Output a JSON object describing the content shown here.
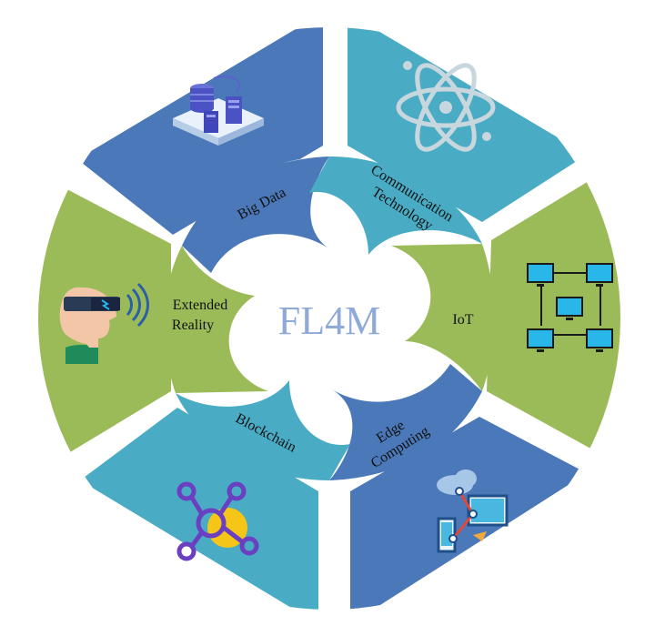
{
  "title": "FL4M",
  "segments": [
    {
      "label": "Big Data",
      "icon": "database-servers-icon",
      "color": "#4a78b8"
    },
    {
      "label_line1": "Communication",
      "label_line2": "Technology",
      "icon": "atom-icon",
      "color": "#4aabc4"
    },
    {
      "label": "IoT",
      "icon": "network-computers-icon",
      "color": "#9bbb59"
    },
    {
      "label_line1": "Edge",
      "label_line2": "Computing",
      "icon": "cloud-devices-icon",
      "color": "#4a78b8"
    },
    {
      "label": "Blockchain",
      "icon": "blockchain-nodes-icon",
      "color": "#4aabc4"
    },
    {
      "label_line1": "Extended",
      "label_line2": "Reality",
      "icon": "vr-headset-icon",
      "color": "#9bbb59"
    }
  ],
  "colors": {
    "blue": "#4a78b8",
    "teal": "#4aabc4",
    "green": "#9bbb59",
    "title": "#8fa9d8"
  }
}
